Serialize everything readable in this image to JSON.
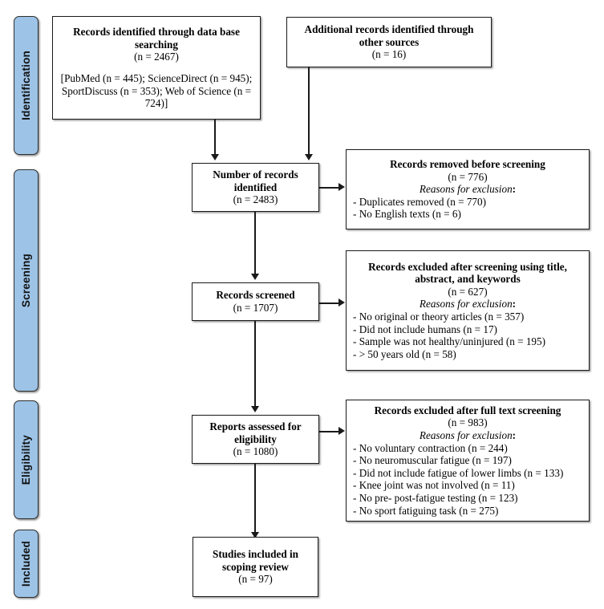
{
  "diagram": {
    "title": "PRISMA flow diagram",
    "accent_color": "#9DC3E6",
    "border_color": "#1a1a1a",
    "background_color": "#ffffff"
  },
  "stages": [
    {
      "label": "Identification"
    },
    {
      "label": "Screening"
    },
    {
      "label": "Eligibility"
    },
    {
      "label": "Included"
    }
  ],
  "boxes": {
    "database_search": {
      "title": "Records identified through data base searching",
      "count": "(n = 2467)",
      "sources": "[PubMed (n = 445); ScienceDirect (n = 945); SportDiscuss (n = 353); Web of Science (n = 724)]"
    },
    "other_sources": {
      "title": "Additional records identified through other sources",
      "count": "(n = 16)"
    },
    "records_identified": {
      "title": "Number of records identified",
      "count": "(n = 2483)"
    },
    "records_removed": {
      "title": "Records removed before screening",
      "count": "(n = 776)",
      "reasons_label": "Reasons for exclusion",
      "reasons_colon": ":",
      "reasons": [
        "- Duplicates removed (n = 770)",
        "- No English texts (n = 6)"
      ]
    },
    "records_screened": {
      "title": "Records screened",
      "count": "(n = 1707)"
    },
    "records_excluded_screening": {
      "title": "Records excluded after screening using title, abstract, and keywords",
      "count": "(n = 627)",
      "reasons_label": "Reasons for exclusion",
      "reasons_colon": ":",
      "reasons": [
        "- No original or theory articles (n = 357)",
        "- Did not include humans (n = 17)",
        "- Sample was not healthy/uninjured (n = 195)",
        "- > 50 years old (n = 58)"
      ]
    },
    "reports_assessed": {
      "title": "Reports assessed for eligibility",
      "count": "(n = 1080)"
    },
    "records_excluded_fulltext": {
      "title": "Records excluded after full text screening",
      "count": "(n = 983)",
      "reasons_label": "Reasons for exclusion",
      "reasons_colon": ":",
      "reasons": [
        "- No voluntary contraction (n = 244)",
        "- No neuromuscular fatigue (n = 197)",
        "- Did not include fatigue of lower limbs (n = 133)",
        "- Knee joint was not involved (n = 11)",
        "- No pre- post-fatigue testing (n = 123)",
        "- No sport fatiguing task (n = 275)"
      ]
    },
    "studies_included": {
      "title": "Studies included in scoping review",
      "count": "(n = 97)"
    }
  }
}
